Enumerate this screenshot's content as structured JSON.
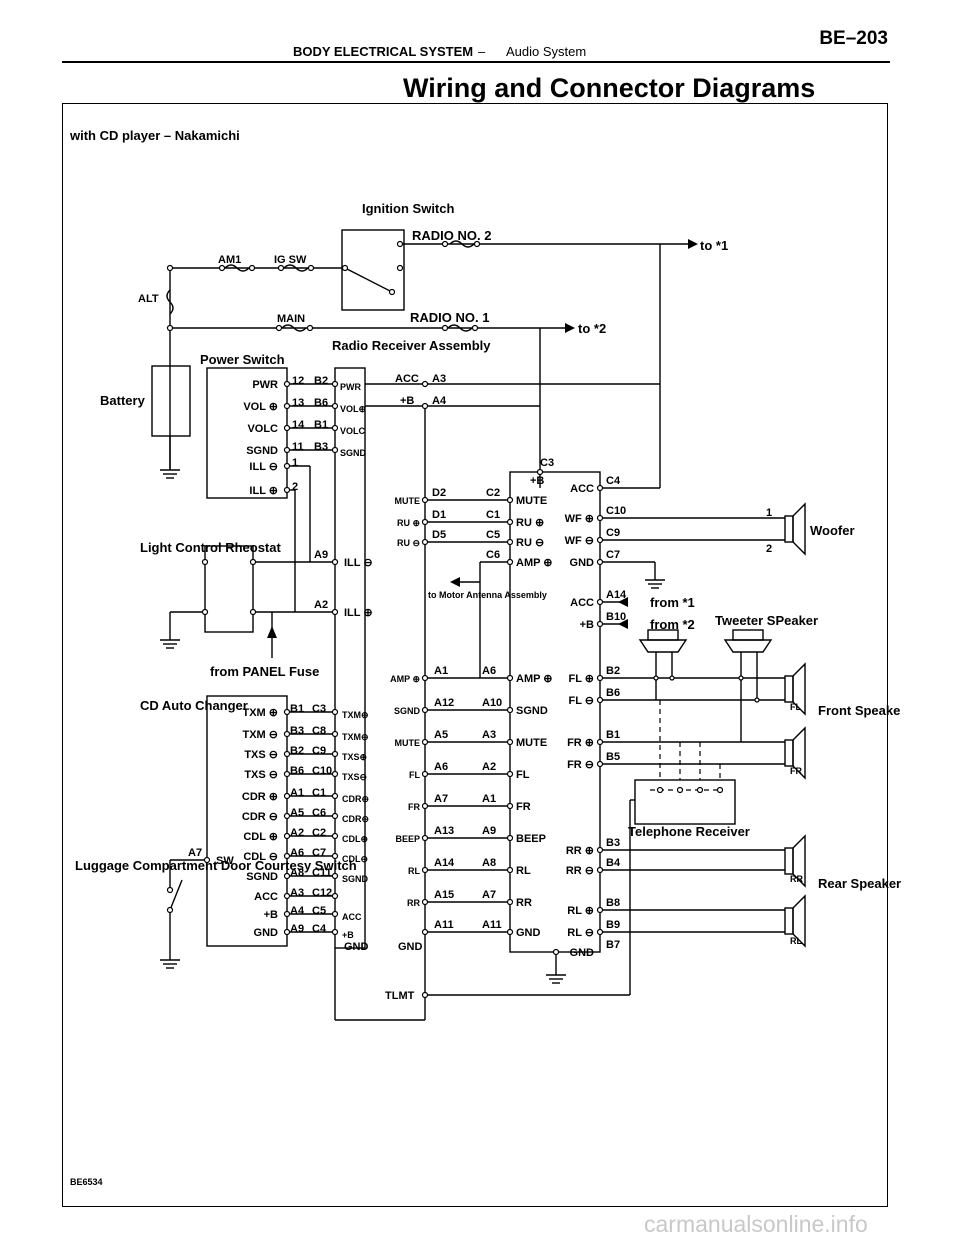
{
  "header": {
    "section": "BODY ELECTRICAL SYSTEM",
    "separator": "–",
    "subsection": "Audio System",
    "page": "BE–203"
  },
  "title": "Wiring and Connector Diagrams",
  "diagram": {
    "subtitle": "with CD player – Nakamichi",
    "figure_code": "BE6534",
    "components": {
      "ignition_switch": "Ignition Switch",
      "radio_no2": "RADIO NO. 2",
      "radio_no1": "RADIO NO. 1",
      "to1": "to *1",
      "to2": "to *2",
      "am1": "AM1",
      "igsw": "IG SW",
      "alt": "ALT",
      "main": "MAIN",
      "battery": "Battery",
      "power_switch": "Power Switch",
      "receiver": "Radio Receiver Assembly",
      "light_control": "Light Control Rheostat",
      "panel_fuse": "from PANEL Fuse",
      "cd_changer": "CD Auto Changer",
      "luggage": "Luggage Compartment Door Courtesy Switch",
      "motor_antenna": "to Motor Antenna Assembly",
      "woofer": "Woofer",
      "tweeter": "Tweeter SPeaker",
      "front": "Front Speake",
      "rear": "Rear Speaker",
      "telephone": "Telephone Receiver",
      "from1": "from *1",
      "from2": "from *2",
      "tlmt": "TLMT"
    },
    "power_switch_pins": [
      {
        "label": "PWR",
        "pin": "12",
        "conn": "B2",
        "recv": "PWR"
      },
      {
        "label": "VOL ⊕",
        "pin": "13",
        "conn": "B6",
        "recv": "VOL⊕"
      },
      {
        "label": "VOLC",
        "pin": "14",
        "conn": "B1",
        "recv": "VOLC"
      },
      {
        "label": "SGND",
        "pin": "11",
        "conn": "B3",
        "recv": "SGND"
      },
      {
        "label": "ILL ⊖",
        "pin": "1",
        "conn": "",
        "recv": ""
      },
      {
        "label": "ILL ⊕",
        "pin": "2",
        "conn": "",
        "recv": ""
      }
    ],
    "cd_pins": [
      {
        "label": "TXM ⊕",
        "pin": "B1",
        "conn": "C3",
        "recv": "TXM⊕"
      },
      {
        "label": "TXM ⊖",
        "pin": "B3",
        "conn": "C8",
        "recv": "TXM⊖"
      },
      {
        "label": "TXS ⊖",
        "pin": "B2",
        "conn": "C9",
        "recv": "TXS⊕"
      },
      {
        "label": "TXS ⊖",
        "pin": "B6",
        "conn": "C10",
        "recv": "TXS⊖"
      },
      {
        "label": "CDR ⊕",
        "pin": "A1",
        "conn": "C1",
        "recv": "CDR⊕"
      },
      {
        "label": "CDR ⊖",
        "pin": "A5",
        "conn": "C6",
        "recv": "CDR⊖"
      },
      {
        "label": "CDL ⊕",
        "pin": "A2",
        "conn": "C2",
        "recv": "CDL⊕"
      },
      {
        "label": "CDL ⊖",
        "pin": "A6",
        "conn": "C7",
        "recv": "CDL⊖"
      },
      {
        "label": "SGND",
        "pin": "A8",
        "conn": "C11",
        "recv": "SGND"
      },
      {
        "label": "ACC",
        "pin": "A3",
        "conn": "C12",
        "recv": ""
      },
      {
        "label": "+B",
        "pin": "A4",
        "conn": "C5",
        "recv": "ACC"
      },
      {
        "label": "GND",
        "pin": "A9",
        "conn": "C4",
        "recv": "+B"
      }
    ],
    "amp_left_pins": [
      {
        "label": "MUTE",
        "conn": "D2",
        "amp": "C2",
        "right": "MUTE"
      },
      {
        "label": "RU ⊕",
        "conn": "D1",
        "amp": "C1",
        "right": "RU ⊕"
      },
      {
        "label": "RU ⊖",
        "conn": "D5",
        "amp": "C5",
        "right": "RU ⊖"
      },
      {
        "label": "",
        "conn": "",
        "amp": "C6",
        "right": "AMP ⊕"
      }
    ],
    "amp_bottom_pins": [
      {
        "label": "AMP ⊕",
        "conn": "A1",
        "amp": "A6",
        "right": "AMP ⊕"
      },
      {
        "label": "SGND",
        "conn": "A12",
        "amp": "A10",
        "right": "SGND"
      },
      {
        "label": "MUTE",
        "conn": "A5",
        "amp": "A3",
        "right": "MUTE"
      },
      {
        "label": "FL",
        "conn": "A6",
        "amp": "A2",
        "right": "FL"
      },
      {
        "label": "FR",
        "conn": "A7",
        "amp": "A1",
        "right": "FR"
      },
      {
        "label": "BEEP",
        "conn": "A13",
        "amp": "A9",
        "right": "BEEP"
      },
      {
        "label": "RL",
        "conn": "A14",
        "amp": "A8",
        "right": "RL"
      },
      {
        "label": "RR",
        "conn": "A15",
        "amp": "A7",
        "right": "RR"
      },
      {
        "label": "",
        "conn": "A11",
        "amp": "A11",
        "right": "GND"
      }
    ],
    "amp_right_pins": [
      {
        "label": "ACC",
        "pin": "C4"
      },
      {
        "label": "WF ⊕",
        "pin": "C10"
      },
      {
        "label": "WF ⊖",
        "pin": "C9"
      },
      {
        "label": "GND",
        "pin": "C7"
      },
      {
        "label": "ACC",
        "pin": "A14"
      },
      {
        "label": "+B",
        "pin": "B10"
      },
      {
        "label": "FL ⊕",
        "pin": "B2"
      },
      {
        "label": "FL ⊖",
        "pin": "B6"
      },
      {
        "label": "FR ⊕",
        "pin": "B1"
      },
      {
        "label": "FR ⊖",
        "pin": "B5"
      },
      {
        "label": "RR ⊕",
        "pin": "B3"
      },
      {
        "label": "RR ⊖",
        "pin": "B4"
      },
      {
        "label": "RL ⊕",
        "pin": "B8"
      },
      {
        "label": "RL ⊖",
        "pin": "B9"
      },
      {
        "label": "GND",
        "pin": "B7"
      }
    ],
    "misc_labels": {
      "c3": "C3",
      "plus_b": "+B",
      "acc": "ACC",
      "a3": "A3",
      "a4": "A4",
      "a9": "A9",
      "a2": "A2",
      "a7": "A7",
      "sw": "SW",
      "ill_minus": "ILL ⊖",
      "ill_plus": "ILL ⊕",
      "gnd": "GND",
      "pin1": "1",
      "pin2": "2",
      "fl": "FL",
      "fr": "FR",
      "rr": "RR",
      "rl": "RL"
    }
  }
}
